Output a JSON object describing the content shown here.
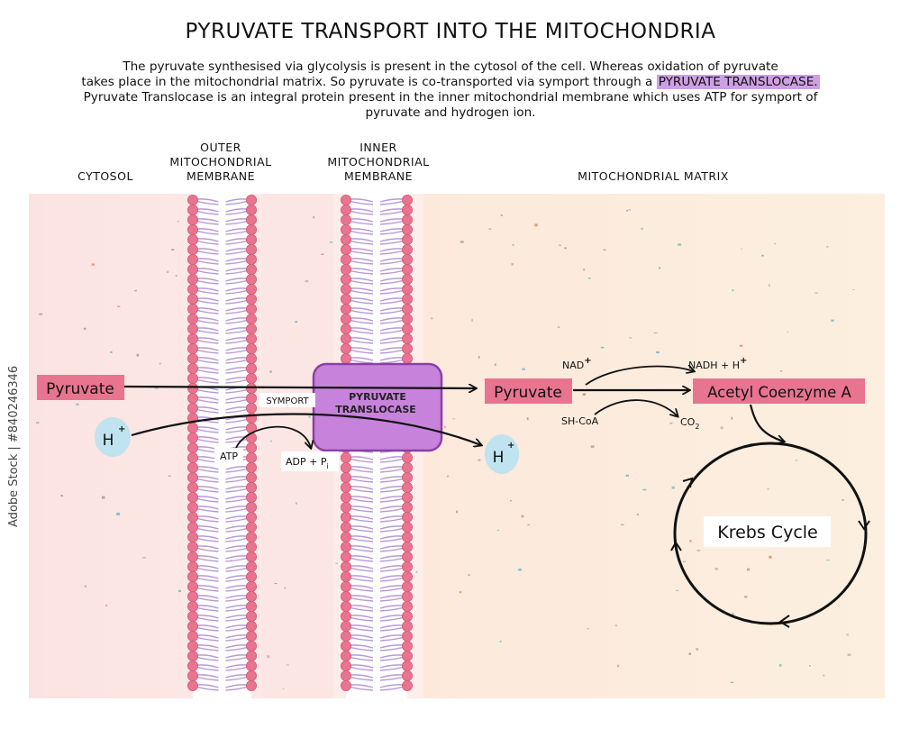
{
  "title": "PYRUVATE TRANSPORT INTO THE MITOCHONDRIA",
  "intro": {
    "line1": "The pyruvate synthesised via glycolysis is present in the cytosol of the cell. Whereas oxidation of pyruvate",
    "line2_pre": "takes place in the mitochondrial matrix. So pyruvate is co-transported via symport through a",
    "line2_highlight": "PYRUVATE TRANSLOCASE.",
    "line3": "Pyruvate Translocase is an integral protein present in the inner mitochondrial  membrane which uses ATP for symport of",
    "line4": "pyruvate and hydrogen ion."
  },
  "regions": {
    "cytosol": "CYTOSOL",
    "outer_membrane_l1": "OUTER",
    "outer_membrane_l2": "MITOCHONDRIAL",
    "outer_membrane_l3": "MEMBRANE",
    "inner_membrane_l1": "INNER",
    "inner_membrane_l2": "MITOCHONDRIAL",
    "inner_membrane_l3": "MEMBRANE",
    "matrix": "MITOCHONDRIAL MATRIX"
  },
  "labels": {
    "pyruvate_cytosol": "Pyruvate",
    "h_ion": "H",
    "h_charge": "+",
    "symport": "SYMPORT",
    "translocase_l1": "PYRUVATE",
    "translocase_l2": "TRANSLOCASE",
    "atp": "ATP",
    "adp": "ADP + P",
    "adp_sub": "i",
    "pyruvate_matrix": "Pyruvate",
    "nad": "NAD",
    "nadh": "NADH + H",
    "shcoa": "SH-CoA",
    "co2": "CO",
    "co2_sub": "2",
    "acetyl": "Acetyl Coenzyme A",
    "krebs": "Krebs Cycle"
  },
  "watermark": "Adobe Stock | #840246346",
  "colors": {
    "cytosol_bg": "#fbe6e3",
    "matrix_bg": "#fbeede",
    "membrane_head": "#e8748f",
    "membrane_tail": "#b89ad6",
    "translocase": "#c783dc",
    "translocase_border": "#8b3fa6",
    "pyruvate_box": "#e8748f",
    "h_circle": "#bfe3ef",
    "highlight": "#cf9fe6"
  }
}
